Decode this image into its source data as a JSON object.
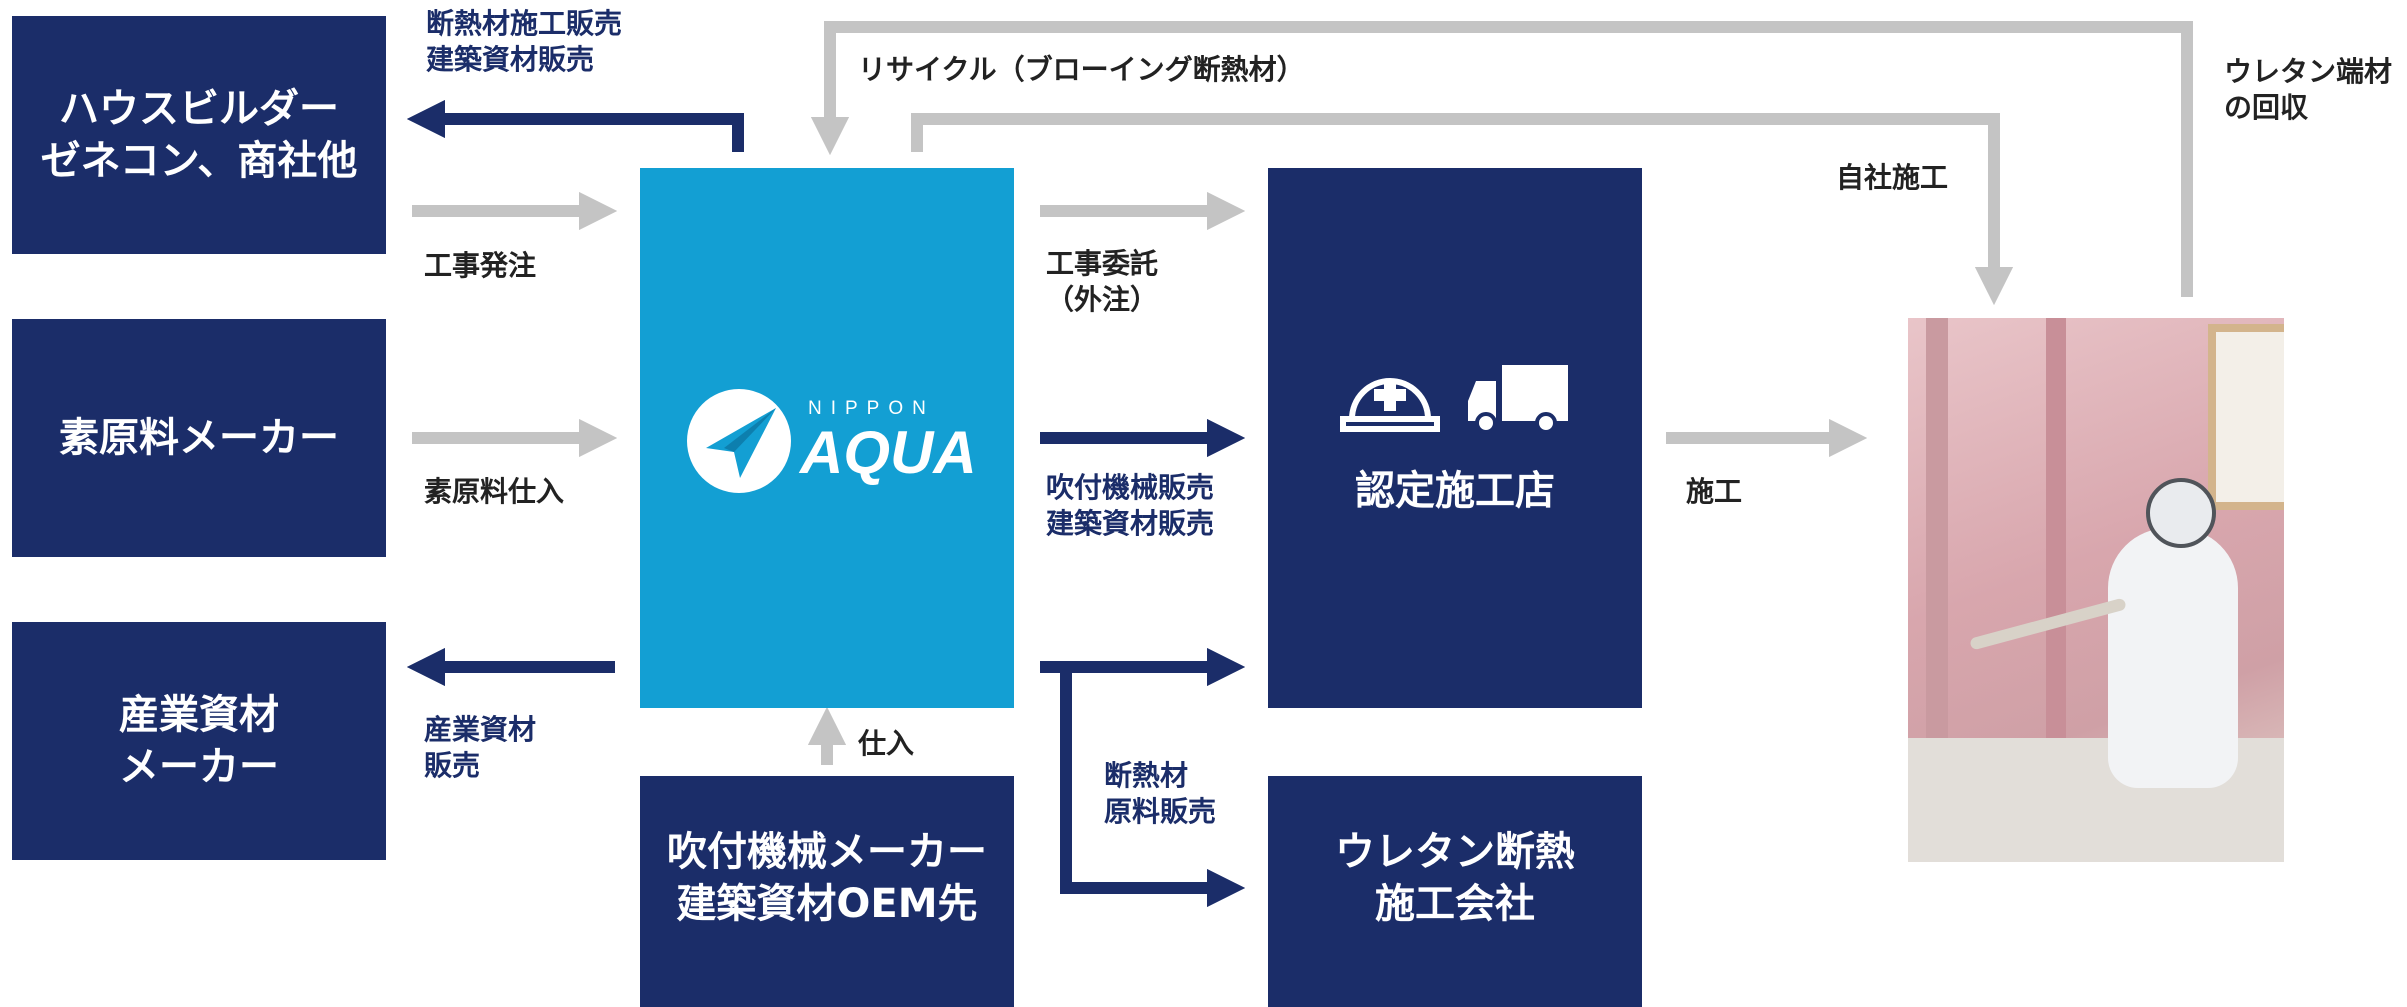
{
  "boxes": {
    "housebuilder": [
      "ハウスビルダー",
      "ゼネコン、商社他"
    ],
    "raw_material_maker": "素原料メーカー",
    "industrial_material_maker": [
      "産業資材",
      "メーカー"
    ],
    "machine_maker": [
      "吹付機械メーカー",
      "建築資材OEM先"
    ],
    "certified_contractor": "認定施工店",
    "urethane_company": [
      "ウレタン断熱",
      "施工会社"
    ]
  },
  "logo": {
    "brand_small": "NIPPON",
    "brand_large": "AQUA"
  },
  "labels": {
    "top_sales": [
      "断熱材施工販売",
      "建築資材販売"
    ],
    "order": "工事発注",
    "raw_purchase": "素原料仕入",
    "industrial_sales": [
      "産業資材",
      "販売"
    ],
    "purchase": "仕入",
    "recycle": "リサイクル（ブローイング断熱材）",
    "outsourcing": [
      "工事委託",
      "（外注）"
    ],
    "machine_sales": [
      "吹付機械販売",
      "建築資材販売"
    ],
    "insulation_raw_sales": [
      "断熱材",
      "原料販売"
    ],
    "construction": "施工",
    "self_construction": "自社施工",
    "urethane_recovery": [
      "ウレタン端材",
      "の回収"
    ]
  },
  "colors": {
    "navy": "#1b2d69",
    "aqua_blue": "#139fd3",
    "arrow_gray": "#c4c4c4"
  }
}
